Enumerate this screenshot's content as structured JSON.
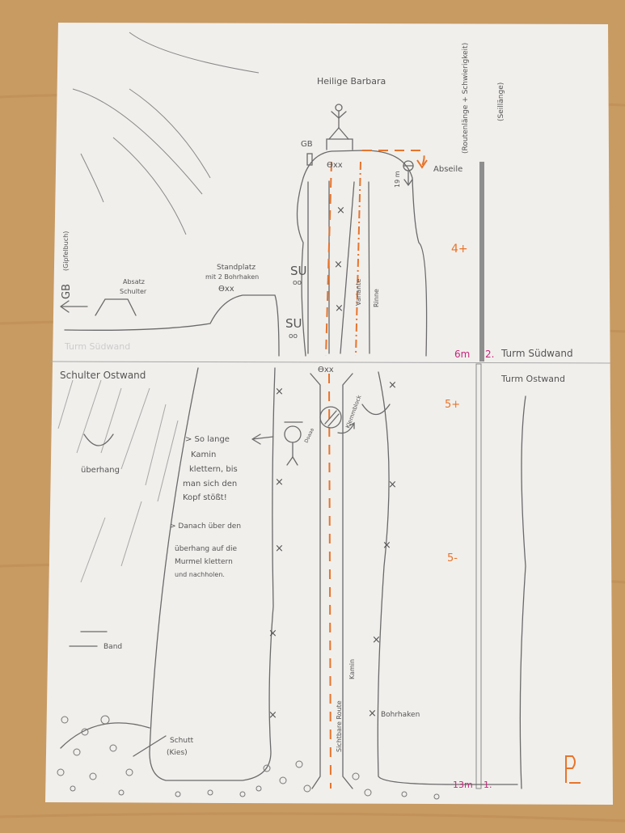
{
  "colors": {
    "wood": "#c89b63",
    "paper": "#f1efec",
    "pencil": "#6a6a6a",
    "route": "#e8742a",
    "lengths": "#c2267a"
  },
  "top": {
    "summit_figure": "Heilige Barbara",
    "summit_book": "GB",
    "anchor_top": "ϴxx",
    "abseil_label": "Abseile",
    "abseil_length": "19 m",
    "grade_upper": "4+",
    "belay_label_1": "Standplatz",
    "belay_label_2": "mit 2 Bohrhaken",
    "belay_anchor": "ϴxx",
    "sanduhr_1": "SU",
    "sanduhr_2": "SU",
    "sanduhr_marks": "oo",
    "variant_label": "Variante",
    "gully_label": "Rinne",
    "gb_left": "GB",
    "gb_left_note": "(Gipfelbuch)",
    "ledge_label_1": "Absatz",
    "ledge_label_2": "Schulter",
    "faint_label": "Turm Südwand",
    "pitch2_length": "6m",
    "pitch2_number": "2.",
    "pitch2_wall": "Turm Südwand"
  },
  "legend_right": {
    "route_info": "(Routenlänge + Schwierigkeit)",
    "rope_info": "(Seillänge)"
  },
  "bottom": {
    "shoulder_title": "Schulter Ostwand",
    "tower_east": "Turm Ostwand",
    "anchor_mid": "ϴxx",
    "chockstone_label": "Klemmblock",
    "grade_mid": "5+",
    "overhang_label": "überhang",
    "figure_sound": "Doaaa",
    "notes": [
      "> So lange",
      "Kamin",
      "klettern, bis",
      "man sich den",
      "Kopf stößt!",
      "> Danach über den",
      "überhang auf die",
      "Murmel klettern",
      "und nachholen."
    ],
    "grade_lower": "5-",
    "band_label": "Band",
    "chimney_label": "Kamin",
    "route_label": "Sichtbare Route",
    "bolt_label": "Bohrhaken",
    "scree_label_1": "Schutt",
    "scree_label_2": "(Kies)",
    "pitch1_length": "13m",
    "pitch1_number": "1.",
    "signature": "PL"
  }
}
